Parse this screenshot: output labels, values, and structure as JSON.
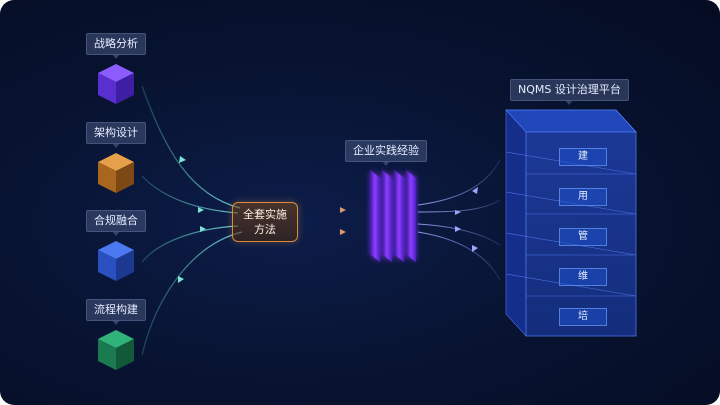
{
  "inputs": [
    {
      "label": "战略分析",
      "color": "purple"
    },
    {
      "label": "架构设计",
      "color": "orange"
    },
    {
      "label": "合规融合",
      "color": "blue"
    },
    {
      "label": "流程构建",
      "color": "green"
    }
  ],
  "method": {
    "line1": "全套实施",
    "line2": "方法"
  },
  "experience": {
    "label": "企业实践经验"
  },
  "platform": {
    "title": "NQMS 设计治理平台",
    "layers": [
      "建",
      "用",
      "管",
      "维",
      "培"
    ]
  },
  "colors": {
    "background": "#081433",
    "purple": "#6a3dde",
    "orange": "#c9802c",
    "blue": "#2f56c8",
    "green": "#1f8a5a",
    "method_border": "#d98a3a",
    "platform": "#2a58e8"
  }
}
